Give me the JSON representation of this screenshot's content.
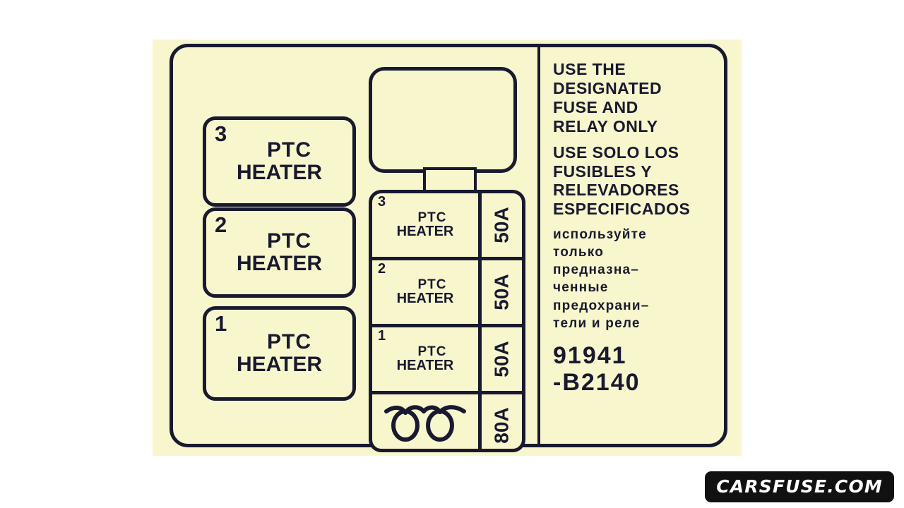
{
  "document": {
    "kind": "fuse-box-lid-label",
    "part_number_line1": "91941",
    "part_number_line2": "-B2140"
  },
  "relay_column": {
    "items": [
      {
        "num": "3",
        "line1": "PTC",
        "line2": "HEATER"
      },
      {
        "num": "2",
        "line1": "PTC",
        "line2": "HEATER"
      },
      {
        "num": "1",
        "line1": "PTC",
        "line2": "HEATER"
      }
    ]
  },
  "empty_socket": {
    "label": ""
  },
  "fuse_stack": {
    "rows": [
      {
        "num": "3",
        "line1": "PTC",
        "line2": "HEATER",
        "amp": "50A",
        "icon": ""
      },
      {
        "num": "2",
        "line1": "PTC",
        "line2": "HEATER",
        "amp": "50A",
        "icon": ""
      },
      {
        "num": "1",
        "line1": "PTC",
        "line2": "HEATER",
        "amp": "50A",
        "icon": ""
      },
      {
        "num": "",
        "line1": "",
        "line2": "",
        "amp": "80A",
        "icon": "glow-plug-coil"
      }
    ]
  },
  "notice": {
    "english": [
      "USE THE",
      "DESIGNATED",
      "FUSE AND",
      "RELAY ONLY"
    ],
    "spanish": [
      "USE SOLO LOS",
      "FUSIBLES Y",
      "RELEVADORES",
      "ESPECIFICADOS"
    ],
    "russian": [
      "используйте",
      "только",
      "предназна–",
      "ченные",
      "предохрани–",
      "тели и реле"
    ]
  },
  "watermark": {
    "text": "CARSFUSE.COM"
  },
  "colors": {
    "label_background": "#f8f6cd",
    "ink": "#19192f",
    "page_background": "#ffffff",
    "watermark_background": "#111111",
    "watermark_text": "#ffffff"
  }
}
